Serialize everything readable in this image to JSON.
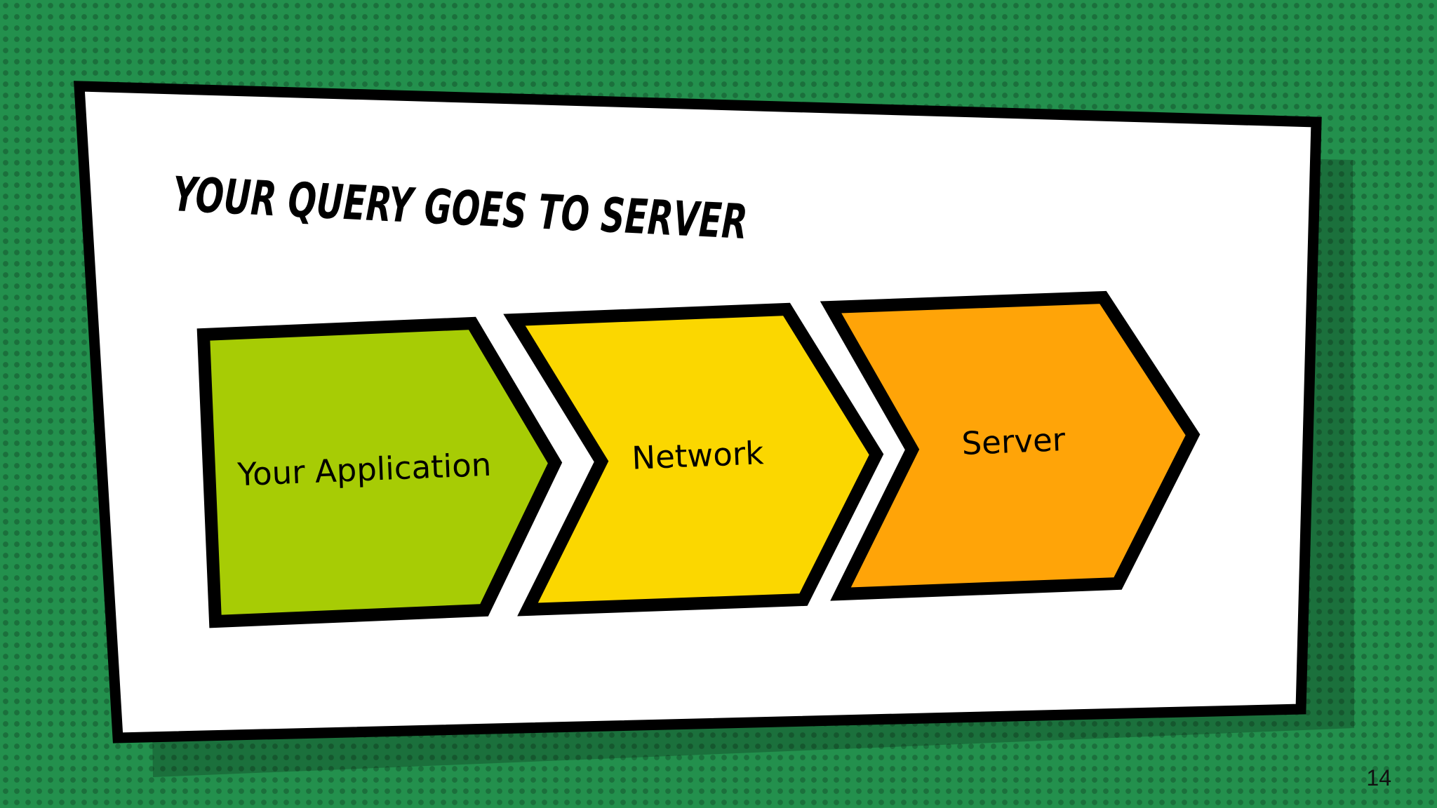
{
  "slide": {
    "title": "YOUR QUERY GOES TO SERVER",
    "page_number": "14"
  },
  "diagram": {
    "steps": [
      {
        "label": "Your Application",
        "color": "#a7cc05"
      },
      {
        "label": "Network",
        "color": "#fbd700"
      },
      {
        "label": "Server",
        "color": "#ffa408"
      }
    ]
  },
  "colors": {
    "background": "#23904d",
    "card": "#ffffff",
    "outline": "#000000"
  }
}
